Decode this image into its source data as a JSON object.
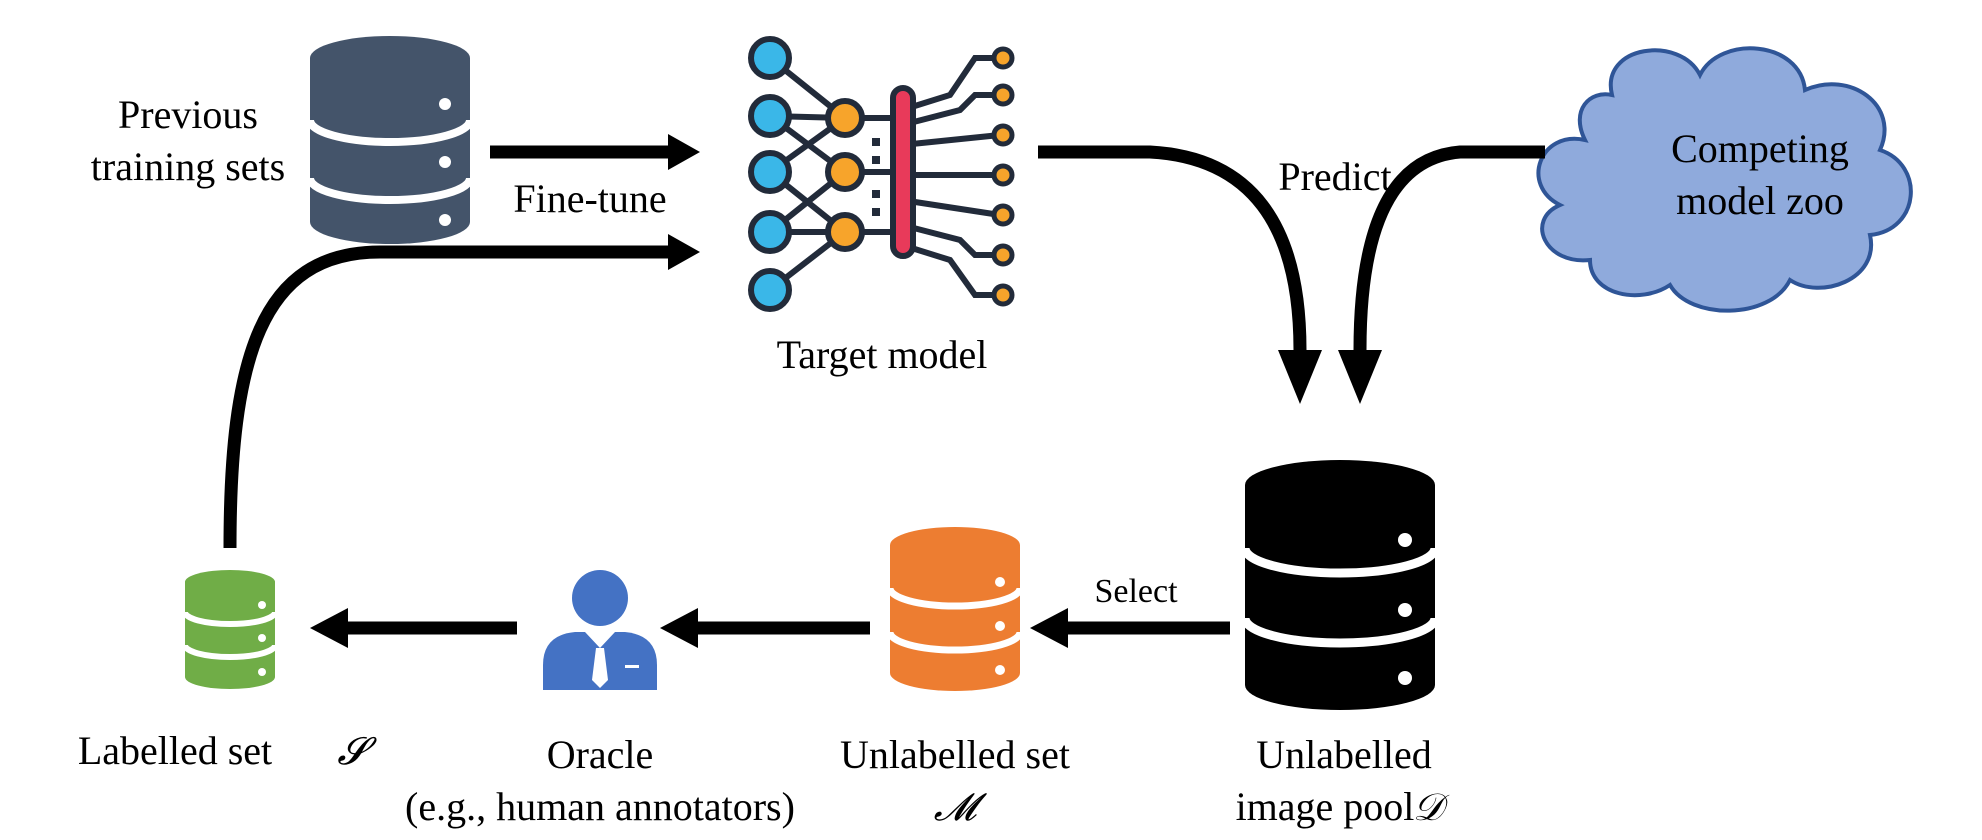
{
  "nodes": {
    "previous_training_sets": {
      "label_line1": "Previous",
      "label_line2": "training sets"
    },
    "target_model": {
      "label": "Target model"
    },
    "competing_model_zoo": {
      "label_line1": "Competing",
      "label_line2": "model zoo"
    },
    "unlabelled_image_pool": {
      "label_line1": "Unlabelled",
      "label_line2": "image pool",
      "symbol": "𝒟"
    },
    "unlabelled_set": {
      "label": "Unlabelled set",
      "symbol": "𝓜"
    },
    "oracle": {
      "label_line1": "Oracle",
      "label_line2": "(e.g., human annotators)"
    },
    "labelled_set": {
      "label": "Labelled set",
      "symbol": "𝓢"
    }
  },
  "edges": {
    "fine_tune": "Fine-tune",
    "predict": "Predict",
    "select": "Select"
  },
  "colors": {
    "db_previous": "#44546a",
    "db_pool": "#000000",
    "db_unlabelled": "#ed7d31",
    "db_labelled": "#70ad47",
    "oracle": "#4472c4",
    "cloud_fill": "#8faadc",
    "cloud_stroke": "#2f5597",
    "nn_node_blue": "#3ab7e8",
    "nn_node_orange": "#f7a42b",
    "nn_bar": "#e83a5a",
    "nn_line": "#222b3a"
  }
}
